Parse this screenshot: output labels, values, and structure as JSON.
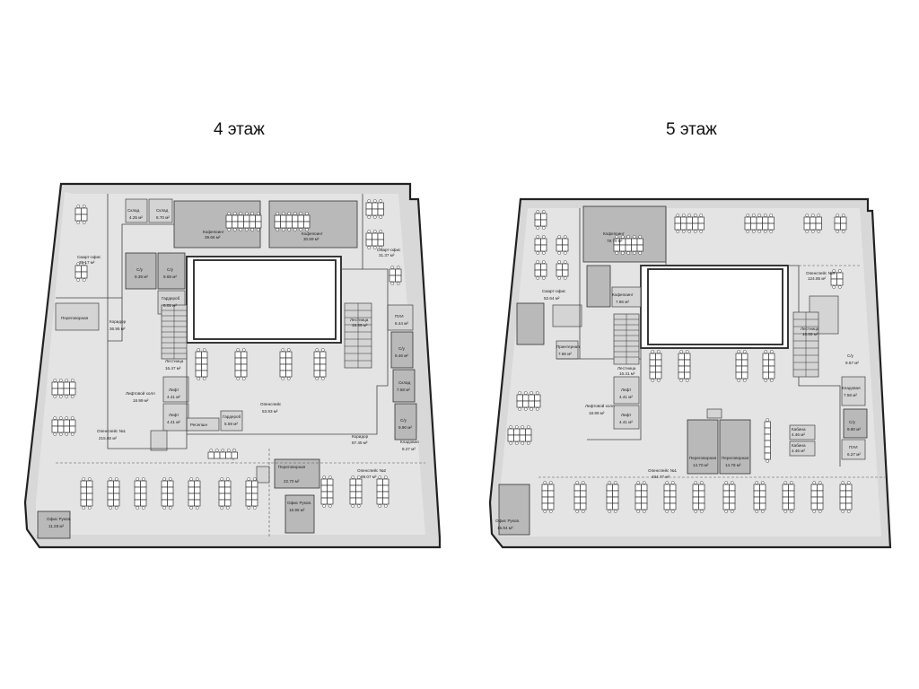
{
  "floors": [
    {
      "title": "4 этаж",
      "rooms": [
        {
          "id": "f4-smart",
          "name": "Смарт-офис",
          "area": "39.17 м²"
        },
        {
          "id": "f4-sklad1",
          "name": "Склад",
          "area": "4.25 м²"
        },
        {
          "id": "f4-sklad2",
          "name": "Склад",
          "area": "8.70 м²"
        },
        {
          "id": "f4-cafe1",
          "name": "Кофепоинт",
          "area": "39.66 м²"
        },
        {
          "id": "f4-cafe2",
          "name": "Кофепоинт",
          "area": "30.59 м²"
        },
        {
          "id": "f4-smart2",
          "name": "Смарт-офис",
          "area": "31.37 м²"
        },
        {
          "id": "f4-su1",
          "name": "С/у",
          "area": "9.39 м²"
        },
        {
          "id": "f4-su2",
          "name": "С/у",
          "area": "9.69 м²"
        },
        {
          "id": "f4-garb",
          "name": "Гардероб",
          "area": "6.01 м²"
        },
        {
          "id": "f4-meet",
          "name": "Переговорная",
          "area": ""
        },
        {
          "id": "f4-corr1",
          "name": "Коридор",
          "area": "36.95 м²"
        },
        {
          "id": "f4-stair1",
          "name": "Лестница",
          "area": "16.47 м²"
        },
        {
          "id": "f4-stair2",
          "name": "Лестница",
          "area": "16.69 м²"
        },
        {
          "id": "f4-pui",
          "name": "ПУИ",
          "area": "8.44 м²"
        },
        {
          "id": "f4-su3",
          "name": "С/у",
          "area": "9.46 м²"
        },
        {
          "id": "f4-sklad3",
          "name": "Склад",
          "area": "7.58 м²"
        },
        {
          "id": "f4-su4",
          "name": "С/у",
          "area": "9.90 м²"
        },
        {
          "id": "f4-lift-hall",
          "name": "Лифтовой холл",
          "area": "18.99 м²"
        },
        {
          "id": "f4-lift1",
          "name": "Лифт",
          "area": "4.41 м²"
        },
        {
          "id": "f4-lift2",
          "name": "Лифт",
          "area": "4.41 м²"
        },
        {
          "id": "f4-garb2",
          "name": "Гардероб",
          "area": "5.59 м²"
        },
        {
          "id": "f4-reception",
          "name": "Ресепшн",
          "area": ""
        },
        {
          "id": "f4-open1",
          "name": "Опенспейс №1",
          "area": "215.60 м²"
        },
        {
          "id": "f4-open-mid",
          "name": "Опенспейс",
          "area": "53.93 м²"
        },
        {
          "id": "f4-corr2",
          "name": "Коридор",
          "area": "87.45 м²"
        },
        {
          "id": "f4-serv",
          "name": "Кладовая",
          "area": "8.27 м²"
        },
        {
          "id": "f4-open2",
          "name": "Опенспейс №2",
          "area": "89.07 м²"
        },
        {
          "id": "f4-meet2",
          "name": "Переговорная",
          "area": "22.70 м²"
        },
        {
          "id": "f4-office-head",
          "name": "Офис Руков.",
          "area": "16.95 м²"
        },
        {
          "id": "f4-office-sw",
          "name": "Офис Руков.",
          "area": "11.28 м²"
        }
      ]
    },
    {
      "title": "5 этаж",
      "rooms": [
        {
          "id": "f5-cafe",
          "name": "Кофепоинт",
          "area": "78.79 м²"
        },
        {
          "id": "f5-open3",
          "name": "Опенспейс №3",
          "area": "124.85 м²"
        },
        {
          "id": "f5-smart",
          "name": "Смарт-офис",
          "area": "52.64 м²"
        },
        {
          "id": "f5-stair1",
          "name": "Лестница",
          "area": "16.41 м²"
        },
        {
          "id": "f5-cafe2",
          "name": "Кофепоинт",
          "area": "7.86 м²"
        },
        {
          "id": "f5-print",
          "name": "Принтерная",
          "area": "7.86 м²"
        },
        {
          "id": "f5-stair2",
          "name": "Лестница",
          "area": "16.69 м²"
        },
        {
          "id": "f5-su1",
          "name": "С/у",
          "area": "9.67 м²"
        },
        {
          "id": "f5-sklad",
          "name": "Кладовая",
          "area": "7.58 м²"
        },
        {
          "id": "f5-su2",
          "name": "С/у",
          "area": "9.90 м²"
        },
        {
          "id": "f5-pui",
          "name": "ПУИ",
          "area": "6.27 м²"
        },
        {
          "id": "f5-lift-hall",
          "name": "Лифтовой холл",
          "area": "18.99 м²"
        },
        {
          "id": "f5-lift1",
          "name": "Лифт",
          "area": "4.41 м²"
        },
        {
          "id": "f5-lift2",
          "name": "Лифт",
          "area": "4.41 м²"
        },
        {
          "id": "f5-meet1",
          "name": "Переговорная",
          "area": "14.70 м²"
        },
        {
          "id": "f5-meet2",
          "name": "Переговорная",
          "area": "14.78 м²"
        },
        {
          "id": "f5-cab1",
          "name": "Кабина",
          "area": "4.46 м²"
        },
        {
          "id": "f5-cab2",
          "name": "Кабина",
          "area": "4.46 м²"
        },
        {
          "id": "f5-open1",
          "name": "Опенспейс №1",
          "area": "484.77 м²"
        },
        {
          "id": "f5-office",
          "name": "Офис Руков.",
          "area": "15.94 м²"
        }
      ]
    }
  ]
}
